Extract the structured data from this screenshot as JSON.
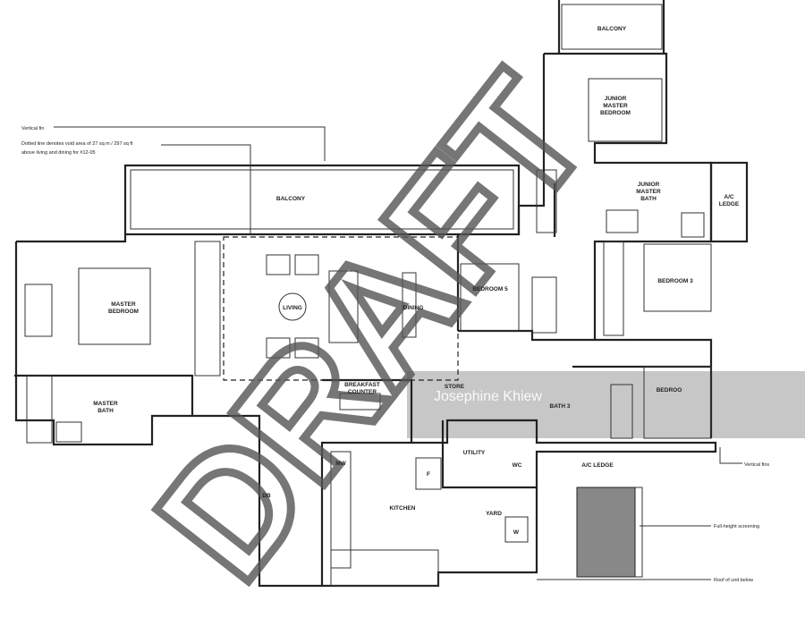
{
  "annotations": {
    "vertical_fin": "Vertical fin",
    "void_note_line1": "Dotted line denotes void area of 27 sq m / 297 sq ft",
    "void_note_line2": "above living and dining for #12-05",
    "vertical_fins": "Vertical fins",
    "full_height_screening": "Full-height screening",
    "roof_of_unit_below": "Roof of unit below"
  },
  "rooms": {
    "balcony_top": "BALCONY",
    "junior_master_bedroom_1": "JUNIOR",
    "junior_master_bedroom_2": "MASTER",
    "junior_master_bedroom_3": "BEDROOM",
    "junior_master_bath_1": "JUNIOR",
    "junior_master_bath_2": "MASTER",
    "junior_master_bath_3": "BATH",
    "ac_ledge_right_1": "A/C",
    "ac_ledge_right_2": "LEDGE",
    "balcony_main": "BALCONY",
    "master_bedroom_1": "MASTER",
    "master_bedroom_2": "BEDROOM",
    "living": "LIVING",
    "dining": "DINING",
    "bedroom_5": "BEDROOM 5",
    "bedroom_3": "BEDROOM 3",
    "master_bath_1": "MASTER",
    "master_bath_2": "BATH",
    "breakfast_counter_1": "BREAKFAST",
    "breakfast_counter_2": "COUNTER",
    "store": "STORE",
    "bath_3": "BATH 3",
    "bedroom_4": "BEDROO",
    "utility": "UTILITY",
    "wc": "WC",
    "ac_ledge_bottom": "A/C LEDGE",
    "kitchen": "KITCHEN",
    "yard": "YARD",
    "mw": "MW",
    "fridge": "F",
    "washer": "W",
    "db": "DB"
  },
  "watermarks": {
    "draft": "DRAFT",
    "author": "Josephine Khiew"
  }
}
